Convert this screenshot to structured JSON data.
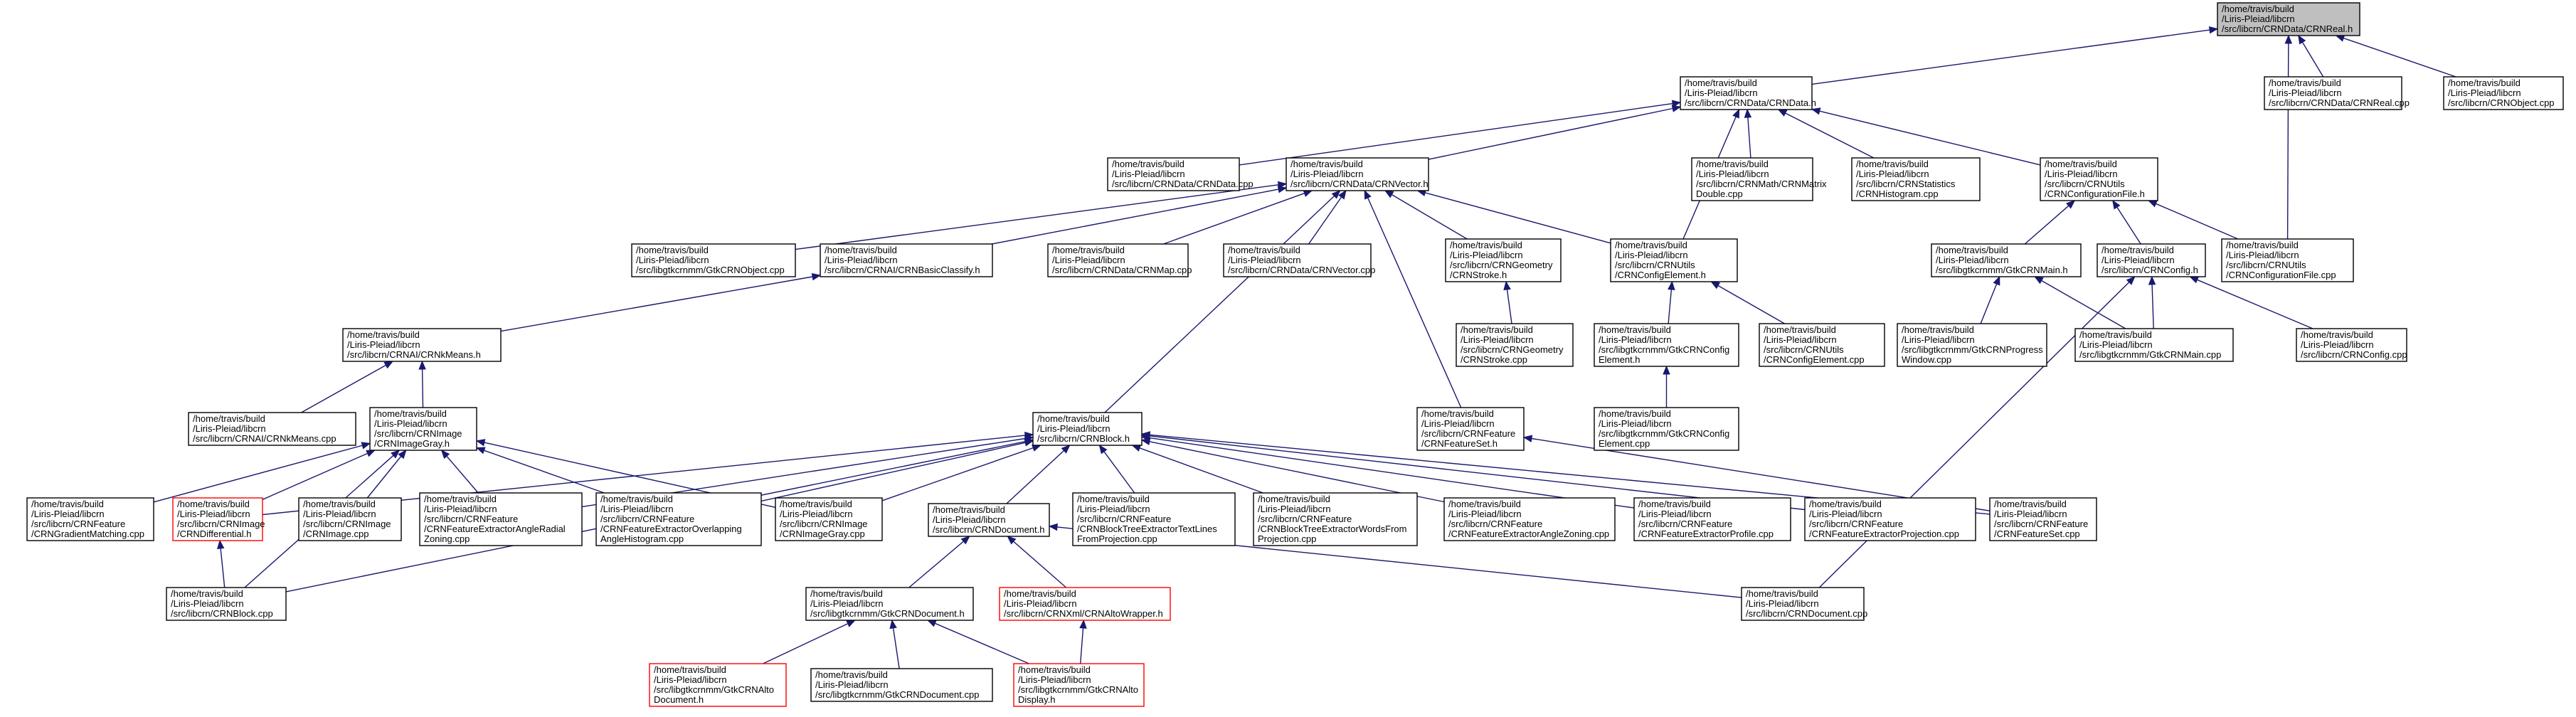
{
  "nodes": [
    {
      "id": "n_crnreal_h",
      "lines": [
        "/home/travis/build",
        "/Liris-Pleiad/libcrn",
        "/src/libcrn/CRNData/CRNReal.h"
      ],
      "style": "root"
    },
    {
      "id": "n_crndata_h",
      "lines": [
        "/home/travis/build",
        "/Liris-Pleiad/libcrn",
        "/src/libcrn/CRNData/CRNData.h"
      ],
      "style": "normal"
    },
    {
      "id": "n_crnreal_cpp",
      "lines": [
        "/home/travis/build",
        "/Liris-Pleiad/libcrn",
        "/src/libcrn/CRNData/CRNReal.cpp"
      ],
      "style": "normal"
    },
    {
      "id": "n_crnobject_cpp",
      "lines": [
        "/home/travis/build",
        "/Liris-Pleiad/libcrn",
        "/src/libcrn/CRNObject.cpp"
      ],
      "style": "normal"
    },
    {
      "id": "n_crndata_cpp",
      "lines": [
        "/home/travis/build",
        "/Liris-Pleiad/libcrn",
        "/src/libcrn/CRNData/CRNData.cpp"
      ],
      "style": "normal"
    },
    {
      "id": "n_crnvector_h",
      "lines": [
        "/home/travis/build",
        "/Liris-Pleiad/libcrn",
        "/src/libcrn/CRNData/CRNVector.h"
      ],
      "style": "normal"
    },
    {
      "id": "n_crnmatrixdouble",
      "lines": [
        "/home/travis/build",
        "/Liris-Pleiad/libcrn",
        "/src/libcrn/CRNMath/CRNMatrix",
        "Double.cpp"
      ],
      "style": "normal"
    },
    {
      "id": "n_crnhistogram",
      "lines": [
        "/home/travis/build",
        "/Liris-Pleiad/libcrn",
        "/src/libcrn/CRNStatistics",
        "/CRNHistogram.cpp"
      ],
      "style": "normal"
    },
    {
      "id": "n_crnconfigfile_h",
      "lines": [
        "/home/travis/build",
        "/Liris-Pleiad/libcrn",
        "/src/libcrn/CRNUtils",
        "/CRNConfigurationFile.h"
      ],
      "style": "normal"
    },
    {
      "id": "n_gtkcrnobject",
      "lines": [
        "/home/travis/build",
        "/Liris-Pleiad/libcrn",
        "/src/libgtkcrnmm/GtkCRNObject.cpp"
      ],
      "style": "normal"
    },
    {
      "id": "n_crnbasicclassify",
      "lines": [
        "/home/travis/build",
        "/Liris-Pleiad/libcrn",
        "/src/libcrn/CRNAI/CRNBasicClassify.h"
      ],
      "style": "normal"
    },
    {
      "id": "n_crnmap",
      "lines": [
        "/home/travis/build",
        "/Liris-Pleiad/libcrn",
        "/src/libcrn/CRNData/CRNMap.cpp"
      ],
      "style": "normal"
    },
    {
      "id": "n_crnvector_cpp",
      "lines": [
        "/home/travis/build",
        "/Liris-Pleiad/libcrn",
        "/src/libcrn/CRNData/CRNVector.cpp"
      ],
      "style": "normal"
    },
    {
      "id": "n_crnstroke_h",
      "lines": [
        "/home/travis/build",
        "/Liris-Pleiad/libcrn",
        "/src/libcrn/CRNGeometry",
        "/CRNStroke.h"
      ],
      "style": "normal"
    },
    {
      "id": "n_crnconfigelement_h",
      "lines": [
        "/home/travis/build",
        "/Liris-Pleiad/libcrn",
        "/src/libcrn/CRNUtils",
        "/CRNConfigElement.h"
      ],
      "style": "normal"
    },
    {
      "id": "n_gtkcrnmain_h",
      "lines": [
        "/home/travis/build",
        "/Liris-Pleiad/libcrn",
        "/src/libgtkcrnmm/GtkCRNMain.h"
      ],
      "style": "normal"
    },
    {
      "id": "n_crnconfig_h",
      "lines": [
        "/home/travis/build",
        "/Liris-Pleiad/libcrn",
        "/src/libcrn/CRNConfig.h"
      ],
      "style": "normal"
    },
    {
      "id": "n_crnconfigfile_cpp",
      "lines": [
        "/home/travis/build",
        "/Liris-Pleiad/libcrn",
        "/src/libcrn/CRNUtils",
        "/CRNConfigurationFile.cpp"
      ],
      "style": "normal"
    },
    {
      "id": "n_crnkmeans",
      "lines": [
        "/home/travis/build",
        "/Liris-Pleiad/libcrn",
        "/src/libcrn/CRNAI/CRNkMeans.h"
      ],
      "style": "normal"
    },
    {
      "id": "n_crnstroke_cpp",
      "lines": [
        "/home/travis/build",
        "/Liris-Pleiad/libcrn",
        "/src/libcrn/CRNGeometry",
        "/CRNStroke.cpp"
      ],
      "style": "normal"
    },
    {
      "id": "n_gtkcrnconfigelement_h",
      "lines": [
        "/home/travis/build",
        "/Liris-Pleiad/libcrn",
        "/src/libgtkcrnmm/GtkCRNConfig",
        "Element.h"
      ],
      "style": "normal"
    },
    {
      "id": "n_crnconfigelement_cpp",
      "lines": [
        "/home/travis/build",
        "/Liris-Pleiad/libcrn",
        "/src/libcrn/CRNUtils",
        "/CRNConfigElement.cpp"
      ],
      "style": "normal"
    },
    {
      "id": "n_gtkcrnprogress",
      "lines": [
        "/home/travis/build",
        "/Liris-Pleiad/libcrn",
        "/src/libgtkcrnmm/GtkCRNProgress",
        "Window.cpp"
      ],
      "style": "normal"
    },
    {
      "id": "n_gtkcrnmain_cpp",
      "lines": [
        "/home/travis/build",
        "/Liris-Pleiad/libcrn",
        "/src/libgtkcrnmm/GtkCRNMain.cpp"
      ],
      "style": "normal"
    },
    {
      "id": "n_crnconfig_cpp",
      "lines": [
        "/home/travis/build",
        "/Liris-Pleiad/libcrn",
        "/src/libcrn/CRNConfig.cpp"
      ],
      "style": "normal"
    },
    {
      "id": "n_crnkmeans_cpp",
      "lines": [
        "/home/travis/build",
        "/Liris-Pleiad/libcrn",
        "/src/libcrn/CRNAI/CRNkMeans.cpp"
      ],
      "style": "normal"
    },
    {
      "id": "n_crnimagegray_h",
      "lines": [
        "/home/travis/build",
        "/Liris-Pleiad/libcrn",
        "/src/libcrn/CRNImage",
        "/CRNImageGray.h"
      ],
      "style": "normal"
    },
    {
      "id": "n_crnblock_h",
      "lines": [
        "/home/travis/build",
        "/Liris-Pleiad/libcrn",
        "/src/libcrn/CRNBlock.h"
      ],
      "style": "normal"
    },
    {
      "id": "n_crnfeatureset_h",
      "lines": [
        "/home/travis/build",
        "/Liris-Pleiad/libcrn",
        "/src/libcrn/CRNFeature",
        "/CRNFeatureSet.h"
      ],
      "style": "normal"
    },
    {
      "id": "n_gtkcrnconfigelement_cpp",
      "lines": [
        "/home/travis/build",
        "/Liris-Pleiad/libcrn",
        "/src/libgtkcrnmm/GtkCRNConfig",
        "Element.cpp"
      ],
      "style": "normal"
    },
    {
      "id": "n_crngradientmatching",
      "lines": [
        "/home/travis/build",
        "/Liris-Pleiad/libcrn",
        "/src/libcrn/CRNFeature",
        "/CRNGradientMatching.cpp"
      ],
      "style": "normal"
    },
    {
      "id": "n_crndifferential",
      "lines": [
        "/home/travis/build",
        "/Liris-Pleiad/libcrn",
        "/src/libcrn/CRNImage",
        "/CRNDifferential.h"
      ],
      "style": "red"
    },
    {
      "id": "n_crnimage_cpp",
      "lines": [
        "/home/travis/build",
        "/Liris-Pleiad/libcrn",
        "/src/libcrn/CRNImage",
        "/CRNImage.cpp"
      ],
      "style": "normal"
    },
    {
      "id": "n_crnfeatradial",
      "lines": [
        "/home/travis/build",
        "/Liris-Pleiad/libcrn",
        "/src/libcrn/CRNFeature",
        "/CRNFeatureExtractorAngleRadial",
        "Zoning.cpp"
      ],
      "style": "normal"
    },
    {
      "id": "n_crnfeatoverlap",
      "lines": [
        "/home/travis/build",
        "/Liris-Pleiad/libcrn",
        "/src/libcrn/CRNFeature",
        "/CRNFeatureExtractorOverlapping",
        "AngleHistogram.cpp"
      ],
      "style": "normal"
    },
    {
      "id": "n_crnimagegray_cpp",
      "lines": [
        "/home/travis/build",
        "/Liris-Pleiad/libcrn",
        "/src/libcrn/CRNImage",
        "/CRNImageGray.cpp"
      ],
      "style": "normal"
    },
    {
      "id": "n_crndocument_h",
      "lines": [
        "/home/travis/build",
        "/Liris-Pleiad/libcrn",
        "/src/libcrn/CRNDocument.h"
      ],
      "style": "normal"
    },
    {
      "id": "n_crnbtextlines",
      "lines": [
        "/home/travis/build",
        "/Liris-Pleiad/libcrn",
        "/src/libcrn/CRNFeature",
        "/CRNBlockTreeExtractorTextLines",
        "FromProjection.cpp"
      ],
      "style": "normal"
    },
    {
      "id": "n_crnbtwords",
      "lines": [
        "/home/travis/build",
        "/Liris-Pleiad/libcrn",
        "/src/libcrn/CRNFeature",
        "/CRNBlockTreeExtractorWordsFrom",
        "Projection.cpp"
      ],
      "style": "normal"
    },
    {
      "id": "n_crnfeatanglezoning",
      "lines": [
        "/home/travis/build",
        "/Liris-Pleiad/libcrn",
        "/src/libcrn/CRNFeature",
        "/CRNFeatureExtractorAngleZoning.cpp"
      ],
      "style": "normal"
    },
    {
      "id": "n_crnfeatprofile",
      "lines": [
        "/home/travis/build",
        "/Liris-Pleiad/libcrn",
        "/src/libcrn/CRNFeature",
        "/CRNFeatureExtractorProfile.cpp"
      ],
      "style": "normal"
    },
    {
      "id": "n_crnfeatprojection",
      "lines": [
        "/home/travis/build",
        "/Liris-Pleiad/libcrn",
        "/src/libcrn/CRNFeature",
        "/CRNFeatureExtractorProjection.cpp"
      ],
      "style": "normal"
    },
    {
      "id": "n_crnfeatureset_cpp",
      "lines": [
        "/home/travis/build",
        "/Liris-Pleiad/libcrn",
        "/src/libcrn/CRNFeature",
        "/CRNFeatureSet.cpp"
      ],
      "style": "normal"
    },
    {
      "id": "n_crnblock_cpp",
      "lines": [
        "/home/travis/build",
        "/Liris-Pleiad/libcrn",
        "/src/libcrn/CRNBlock.cpp"
      ],
      "style": "normal"
    },
    {
      "id": "n_gtkcrndocument_h",
      "lines": [
        "/home/travis/build",
        "/Liris-Pleiad/libcrn",
        "/src/libgtkcrnmm/GtkCRNDocument.h"
      ],
      "style": "normal"
    },
    {
      "id": "n_crnaltowrapper",
      "lines": [
        "/home/travis/build",
        "/Liris-Pleiad/libcrn",
        "/src/libcrn/CRNXml/CRNAltoWrapper.h"
      ],
      "style": "red"
    },
    {
      "id": "n_crndocument_cpp",
      "lines": [
        "/home/travis/build",
        "/Liris-Pleiad/libcrn",
        "/src/libcrn/CRNDocument.cpp"
      ],
      "style": "normal"
    },
    {
      "id": "n_gtkcrnaltodocument",
      "lines": [
        "/home/travis/build",
        "/Liris-Pleiad/libcrn",
        "/src/libgtkcrnmm/GtkCRNAlto",
        "Document.h"
      ],
      "style": "red"
    },
    {
      "id": "n_gtkcrndocument_cpp",
      "lines": [
        "/home/travis/build",
        "/Liris-Pleiad/libcrn",
        "/src/libgtkcrnmm/GtkCRNDocument.cpp"
      ],
      "style": "normal"
    },
    {
      "id": "n_gtkcrnaltodisplay",
      "lines": [
        "/home/travis/build",
        "/Liris-Pleiad/libcrn",
        "/src/libgtkcrnmm/GtkCRNAlto",
        "Display.h"
      ],
      "style": "red"
    }
  ],
  "edges": [
    [
      "n_crndata_h",
      "n_crnreal_h"
    ],
    [
      "n_crnreal_cpp",
      "n_crnreal_h"
    ],
    [
      "n_crnobject_cpp",
      "n_crnreal_h"
    ],
    [
      "n_crnconfigfile_cpp",
      "n_crnreal_h"
    ],
    [
      "n_crndata_cpp",
      "n_crndata_h"
    ],
    [
      "n_crnvector_h",
      "n_crndata_h"
    ],
    [
      "n_crnmatrixdouble",
      "n_crndata_h"
    ],
    [
      "n_crnhistogram",
      "n_crndata_h"
    ],
    [
      "n_crnconfigfile_h",
      "n_crndata_h"
    ],
    [
      "n_crnconfigelement_h",
      "n_crndata_h"
    ],
    [
      "n_gtkcrnobject",
      "n_crnvector_h"
    ],
    [
      "n_crnbasicclassify",
      "n_crnvector_h"
    ],
    [
      "n_crnmap",
      "n_crnvector_h"
    ],
    [
      "n_crnvector_cpp",
      "n_crnvector_h"
    ],
    [
      "n_crnstroke_h",
      "n_crnvector_h"
    ],
    [
      "n_crnconfigelement_h",
      "n_crnvector_h"
    ],
    [
      "n_crnblock_h",
      "n_crnvector_h"
    ],
    [
      "n_crnfeatureset_h",
      "n_crnvector_h"
    ],
    [
      "n_gtkcrnmain_h",
      "n_crnconfigfile_h"
    ],
    [
      "n_crnconfig_h",
      "n_crnconfigfile_h"
    ],
    [
      "n_crnconfigfile_cpp",
      "n_crnconfigfile_h"
    ],
    [
      "n_crnkmeans",
      "n_crnbasicclassify"
    ],
    [
      "n_crnstroke_cpp",
      "n_crnstroke_h"
    ],
    [
      "n_gtkcrnconfigelement_h",
      "n_crnconfigelement_h"
    ],
    [
      "n_crnconfigelement_cpp",
      "n_crnconfigelement_h"
    ],
    [
      "n_gtkcrnprogress",
      "n_gtkcrnmain_h"
    ],
    [
      "n_gtkcrnmain_cpp",
      "n_gtkcrnmain_h"
    ],
    [
      "n_gtkcrnmain_cpp",
      "n_crnconfig_h"
    ],
    [
      "n_crnconfig_cpp",
      "n_crnconfig_h"
    ],
    [
      "n_crndocument_cpp",
      "n_crnconfig_h"
    ],
    [
      "n_crnkmeans_cpp",
      "n_crnkmeans"
    ],
    [
      "n_crnimagegray_h",
      "n_crnkmeans"
    ],
    [
      "n_gtkcrnconfigelement_cpp",
      "n_gtkcrnconfigelement_h"
    ],
    [
      "n_crngradientmatching",
      "n_crnimagegray_h"
    ],
    [
      "n_crndifferential",
      "n_crnimagegray_h"
    ],
    [
      "n_crnimage_cpp",
      "n_crnimagegray_h"
    ],
    [
      "n_crnfeatradial",
      "n_crnimagegray_h"
    ],
    [
      "n_crnfeatoverlap",
      "n_crnimagegray_h"
    ],
    [
      "n_crnimagegray_cpp",
      "n_crnimagegray_h"
    ],
    [
      "n_crnblock_cpp",
      "n_crnimagegray_h"
    ],
    [
      "n_crndifferential",
      "n_crnblock_h"
    ],
    [
      "n_crnfeatradial",
      "n_crnblock_h"
    ],
    [
      "n_crnfeatoverlap",
      "n_crnblock_h"
    ],
    [
      "n_crnimagegray_cpp",
      "n_crnblock_h"
    ],
    [
      "n_crndocument_h",
      "n_crnblock_h"
    ],
    [
      "n_crnbtextlines",
      "n_crnblock_h"
    ],
    [
      "n_crnbtwords",
      "n_crnblock_h"
    ],
    [
      "n_crnfeatanglezoning",
      "n_crnblock_h"
    ],
    [
      "n_crnfeatprofile",
      "n_crnblock_h"
    ],
    [
      "n_crnfeatprojection",
      "n_crnblock_h"
    ],
    [
      "n_crnfeatureset_cpp",
      "n_crnblock_h"
    ],
    [
      "n_crnblock_cpp",
      "n_crnblock_h"
    ],
    [
      "n_crnfeatureset_cpp",
      "n_crnfeatureset_h"
    ],
    [
      "n_crnblock_cpp",
      "n_crndifferential"
    ],
    [
      "n_gtkcrndocument_h",
      "n_crndocument_h"
    ],
    [
      "n_crnaltowrapper",
      "n_crndocument_h"
    ],
    [
      "n_crndocument_cpp",
      "n_crndocument_h"
    ],
    [
      "n_gtkcrnaltodocument",
      "n_gtkcrndocument_h"
    ],
    [
      "n_gtkcrndocument_cpp",
      "n_gtkcrndocument_h"
    ],
    [
      "n_gtkcrnaltodisplay",
      "n_gtkcrndocument_h"
    ],
    [
      "n_gtkcrnaltodisplay",
      "n_crnaltowrapper"
    ]
  ],
  "colors": {
    "edge": "#191970",
    "root_fill": "#bfbfbf",
    "node_border": "#000000",
    "incomplete_border": "#ff0000",
    "background": "#ffffff"
  }
}
